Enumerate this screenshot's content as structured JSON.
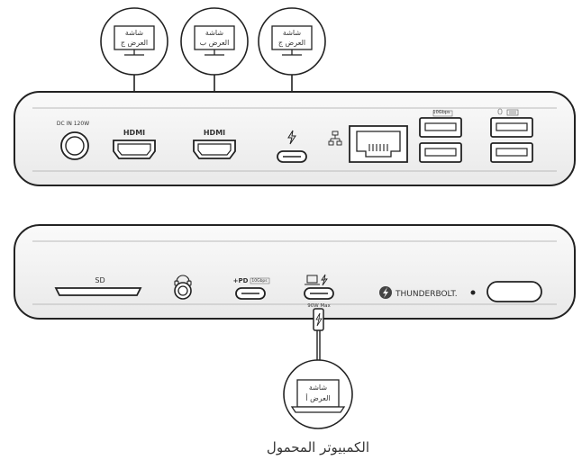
{
  "monitors_top": [
    {
      "line1": "شاشة",
      "line2": "العرض ج"
    },
    {
      "line1": "شاشة",
      "line2": "العرض ب"
    },
    {
      "line1": "شاشة",
      "line2": "العرض ج"
    }
  ],
  "back_panel": {
    "dc_in_label": "DC IN 120W",
    "hdmi_label_1": "HDMI",
    "hdmi_label_2": "HDMI",
    "usb_top_right_label": "10Gbps"
  },
  "front_panel": {
    "sd_label": "SD",
    "pd_label": "+PD",
    "pd_speed": "10Gbps",
    "tb_power_label": "90W Max",
    "brand_label": "THUNDERBOLT."
  },
  "laptop": {
    "screen_line1": "شاشة",
    "screen_line2": "العرض أ",
    "caption": "الكمبيوتر المحمول"
  }
}
